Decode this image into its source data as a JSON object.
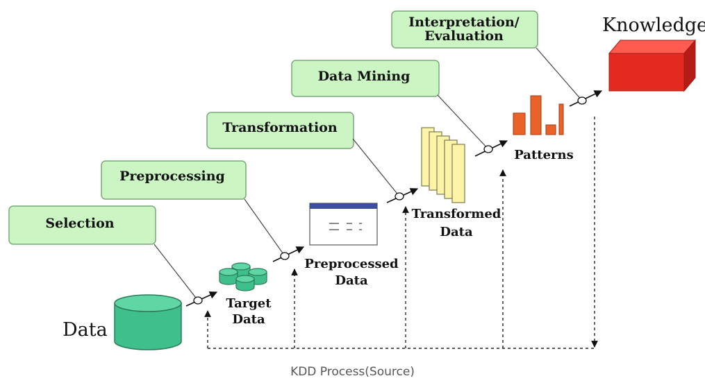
{
  "steps": {
    "selection": "Selection",
    "preprocessing": "Preprocessing",
    "transformation": "Transformation",
    "data_mining": "Data Mining",
    "interpretation_line1": "Interpretation/",
    "interpretation_line2": "Evaluation"
  },
  "stages": {
    "data": "Data",
    "target_line1": "Target",
    "target_line2": "Data",
    "preprocessed_line1": "Preprocessed",
    "preprocessed_line2": "Data",
    "transformed_line1": "Transformed",
    "transformed_line2": "Data",
    "patterns": "Patterns",
    "knowledge": "Knowledge"
  },
  "caption": "KDD Process(Source)",
  "colors": {
    "step_box_fill": "#ccf5c4",
    "step_box_stroke": "#7aa878",
    "cylinder": "#3fbf8c",
    "document_header": "#3b4f9c",
    "transformed_pages": "#fdf4a8",
    "patterns_bars": "#e8632a",
    "knowledge_cube": "#e42b22"
  }
}
